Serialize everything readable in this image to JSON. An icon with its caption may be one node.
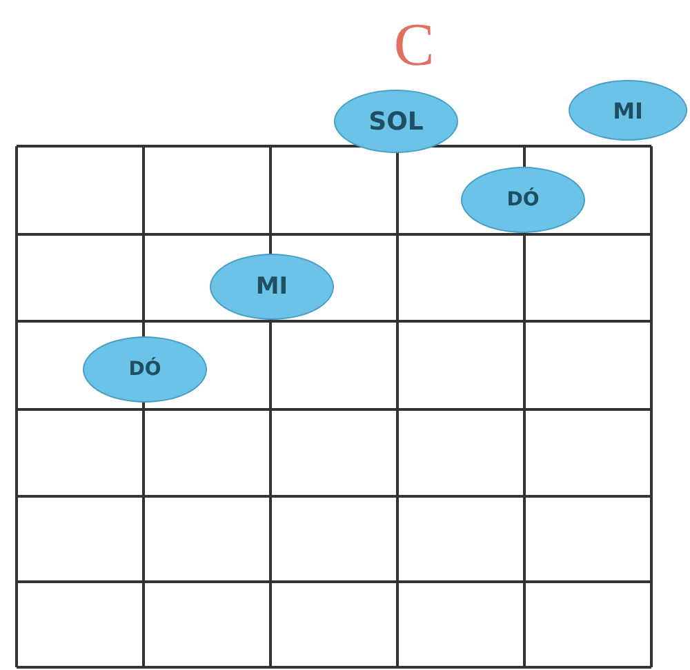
{
  "diagram": {
    "title": "C",
    "nodes": [
      {
        "text": [
          "SOL"
        ]
      },
      {
        "text": [
          "MI"
        ]
      },
      {
        "text": [
          "DÓ"
        ]
      },
      {
        "text": [
          "MI"
        ]
      },
      {
        "text": [
          "DÓ"
        ]
      }
    ]
  }
}
